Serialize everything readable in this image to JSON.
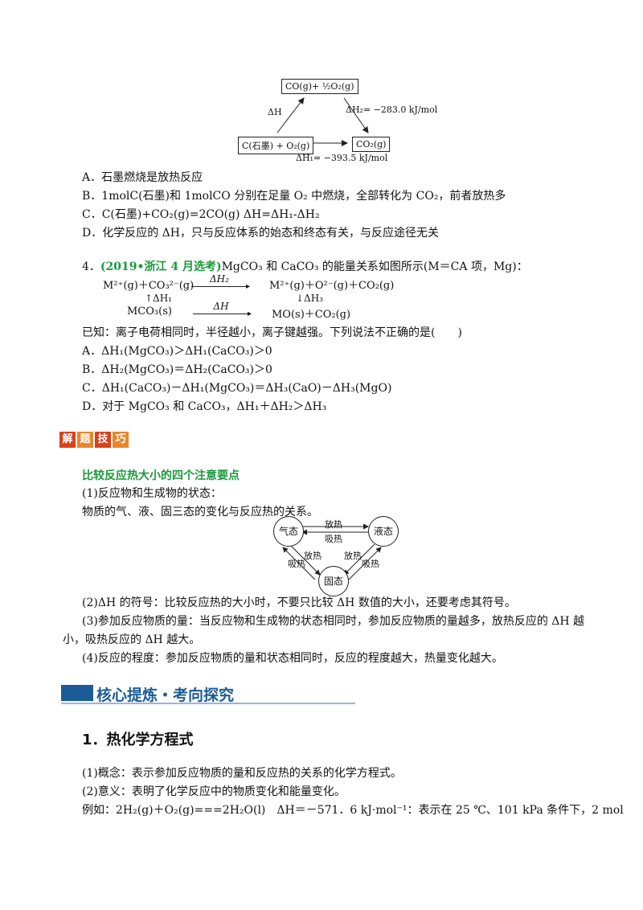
{
  "diagram1": {
    "top_box": "CO(g)+ ½O₂(g)",
    "left_box": "C(石墨) + O₂(g)",
    "right_box": "CO₂(g)",
    "dh_left": "ΔH",
    "dh_right": "ΔH₂= −283.0 kJ/mol",
    "dh_bottom": "ΔH₁= −393.5 kJ/mol"
  },
  "q3_options": [
    "A．石墨燃烧是放热反应",
    "B．1molC(石墨)和 1molCO 分别在足量 O₂ 中燃烧，全部转化为 CO₂，前者放热多",
    "C．C(石墨)+CO₂(g)=2CO(g) ΔH=ΔH₁-ΔH₂",
    "D．化学反应的 ΔH，只与反应体系的始态和终态有关，与反应途径无关"
  ],
  "q4": {
    "number": "4．",
    "source": "(2019•浙江 4 月选考)",
    "stem": "MgCO₃ 和 CaCO₃ 的能量关系如图所示(M＝CA 项，Mg)：",
    "eq_top_left": "M²⁺(g)＋CO₃²⁻(g)",
    "eq_top_arrow": "ΔH₂",
    "eq_top_right": "M²⁺(g)＋O²⁻(g)＋CO₂(g)",
    "dh1": "↑ΔH₁",
    "dh3": "↓ΔH₃",
    "eq_bot_left": "MCO₃(s)",
    "eq_bot_arrow": "ΔH",
    "eq_bot_right": "MO(s)＋CO₂(g)",
    "known": "已知：离子电荷相同时，半径越小，离子键越强。下列说法不正确的是(　　)",
    "options": [
      "A．ΔH₁(MgCO₃)＞ΔH₁(CaCO₃)＞0",
      "B．ΔH₂(MgCO₃)＝ΔH₂(CaCO₃)＞0",
      "C．ΔH₁(CaCO₃)－ΔH₁(MgCO₃)＝ΔH₃(CaO)－ΔH₃(MgO)",
      "D．对于 MgCO₃ 和 CaCO₃，ΔH₁＋ΔH₂＞ΔH₃"
    ]
  },
  "tags": [
    "解",
    "题",
    "技",
    "巧"
  ],
  "tips": {
    "title": "比较反应热大小的四个注意要点",
    "p1": "(1)反应物和生成物的状态：",
    "p1b": "物质的气、液、固三态的变化与反应热的关系。",
    "p2": "(2)ΔH 的符号：比较反应热的大小时，不要只比较 ΔH 数值的大小，还要考虑其符号。",
    "p3a": "(3)参加反应物质的量：当反应物和生成物的状态相同时，参加反应物质的量越多，放热反应的 ΔH 越",
    "p3b": "小，吸热反应的 ΔH 越大。",
    "p4": "(4)反应的程度：参加反应物质的量和状态相同时，反应的程度越大，热量变化越大。"
  },
  "diagram2": {
    "gas": "气态",
    "liquid": "液态",
    "solid": "固态",
    "top_release": "放热",
    "top_absorb": "吸热",
    "left_release": "放热",
    "left_absorb": "吸热",
    "right_release": "放热",
    "right_absorb": "吸热"
  },
  "section": {
    "banner": "核心提炼・考向探究",
    "h1": "1．热化学方程式",
    "p1": "(1)概念：表示参加反应物质的量和反应热的关系的化学方程式。",
    "p2": "(2)意义：表明了化学反应中的物质变化和能量变化。",
    "p3": "例如：2H₂(g)＋O₂(g)===2H₂O(l)　ΔH＝－571．6 kJ·mol⁻¹：表示在 25 ℃、101 kPa 条件下，2 mol"
  },
  "colors": {
    "accent_blue": "#1c5c96",
    "tag_red": "#d9401b",
    "tag_orange": "#e8862a",
    "green": "#1a9a3a"
  }
}
